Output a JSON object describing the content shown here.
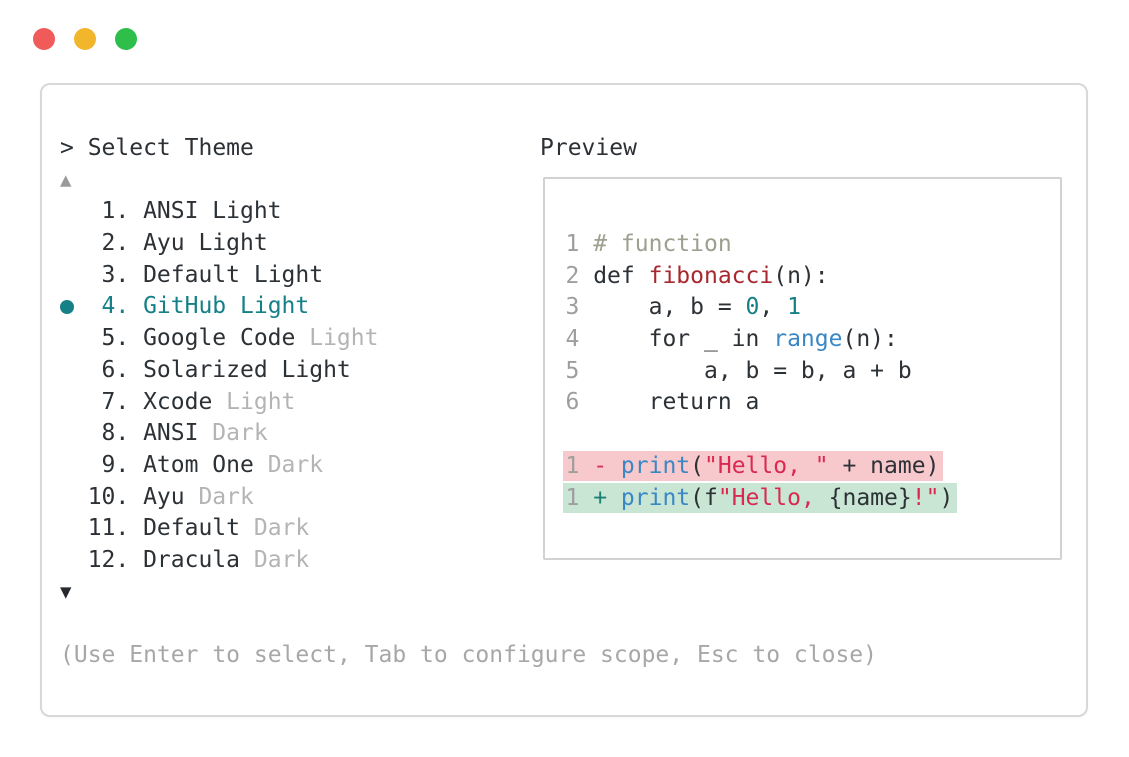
{
  "window": {
    "traffic_lights": [
      {
        "name": "close",
        "color": "#f05b5a"
      },
      {
        "name": "minimize",
        "color": "#f2b62c"
      },
      {
        "name": "maximize",
        "color": "#2dbf4a"
      }
    ]
  },
  "theme_picker": {
    "prompt": "> Select Theme",
    "scroll_up": "▲",
    "scroll_down": "▼",
    "items": [
      {
        "number": "1.",
        "name": "ANSI",
        "variant": "Light",
        "variant_muted": false,
        "selected": false
      },
      {
        "number": "2.",
        "name": "Ayu",
        "variant": "Light",
        "variant_muted": false,
        "selected": false
      },
      {
        "number": "3.",
        "name": "Default",
        "variant": "Light",
        "variant_muted": false,
        "selected": false
      },
      {
        "number": "4.",
        "name": "GitHub",
        "variant": "Light",
        "variant_muted": false,
        "selected": true
      },
      {
        "number": "5.",
        "name": "Google Code",
        "variant": "Light",
        "variant_muted": true,
        "selected": false
      },
      {
        "number": "6.",
        "name": "Solarized",
        "variant": "Light",
        "variant_muted": false,
        "selected": false
      },
      {
        "number": "7.",
        "name": "Xcode",
        "variant": "Light",
        "variant_muted": true,
        "selected": false
      },
      {
        "number": "8.",
        "name": "ANSI",
        "variant": "Dark",
        "variant_muted": true,
        "selected": false
      },
      {
        "number": "9.",
        "name": "Atom One",
        "variant": "Dark",
        "variant_muted": true,
        "selected": false
      },
      {
        "number": "10.",
        "name": "Ayu",
        "variant": "Dark",
        "variant_muted": true,
        "selected": false
      },
      {
        "number": "11.",
        "name": "Default",
        "variant": "Dark",
        "variant_muted": true,
        "selected": false
      },
      {
        "number": "12.",
        "name": "Dracula",
        "variant": "Dark",
        "variant_muted": true,
        "selected": false
      }
    ],
    "help": "(Use Enter to select, Tab to configure scope, Esc to close)"
  },
  "preview": {
    "title": "Preview",
    "code_lines": [
      {
        "ln": "1",
        "tokens": [
          {
            "text": "# function",
            "type": "comment"
          }
        ]
      },
      {
        "ln": "2",
        "tokens": [
          {
            "text": "def ",
            "type": "plain"
          },
          {
            "text": "fibonacci",
            "type": "function"
          },
          {
            "text": "(n):",
            "type": "plain"
          }
        ]
      },
      {
        "ln": "3",
        "tokens": [
          {
            "text": "    a, b = ",
            "type": "plain"
          },
          {
            "text": "0",
            "type": "number"
          },
          {
            "text": ", ",
            "type": "plain"
          },
          {
            "text": "1",
            "type": "number"
          }
        ]
      },
      {
        "ln": "4",
        "tokens": [
          {
            "text": "    for _ in ",
            "type": "plain"
          },
          {
            "text": "range",
            "type": "builtin"
          },
          {
            "text": "(n):",
            "type": "plain"
          }
        ]
      },
      {
        "ln": "5",
        "tokens": [
          {
            "text": "        a, b = b, a + b",
            "type": "plain"
          }
        ]
      },
      {
        "ln": "6",
        "tokens": [
          {
            "text": "    return a",
            "type": "plain"
          }
        ]
      }
    ],
    "diff_lines": [
      {
        "ln": "1",
        "kind": "removed",
        "tokens": [
          {
            "text": "- ",
            "type": "sign-removed"
          },
          {
            "text": "print",
            "type": "builtin"
          },
          {
            "text": "(",
            "type": "plain"
          },
          {
            "text": "\"Hello, \"",
            "type": "string"
          },
          {
            "text": " + name)",
            "type": "plain"
          }
        ]
      },
      {
        "ln": "1",
        "kind": "added",
        "tokens": [
          {
            "text": "+ ",
            "type": "sign-added"
          },
          {
            "text": "print",
            "type": "builtin"
          },
          {
            "text": "(f",
            "type": "plain"
          },
          {
            "text": "\"Hello, ",
            "type": "string"
          },
          {
            "text": "{name}",
            "type": "plain"
          },
          {
            "text": "!\"",
            "type": "string"
          },
          {
            "text": ")",
            "type": "plain"
          }
        ]
      }
    ]
  },
  "colors": {
    "text": "#2c3136",
    "muted": "#b4b4b4",
    "help": "#a7a7a7",
    "line_number": "#9e9e9e",
    "selected_teal": "#168087",
    "comment": "#9ca08f",
    "function_red": "#a7282f",
    "builtin_blue": "#3a87c5",
    "number_teal": "#168087",
    "string_red": "#d92950",
    "removed_sign": "#d8315b",
    "added_sign": "#1a8073",
    "removed_bg": "#f8c9cc",
    "added_bg": "#c9e6d5",
    "panel_border": "#d8d8d8",
    "preview_border": "#d2d2d2"
  }
}
